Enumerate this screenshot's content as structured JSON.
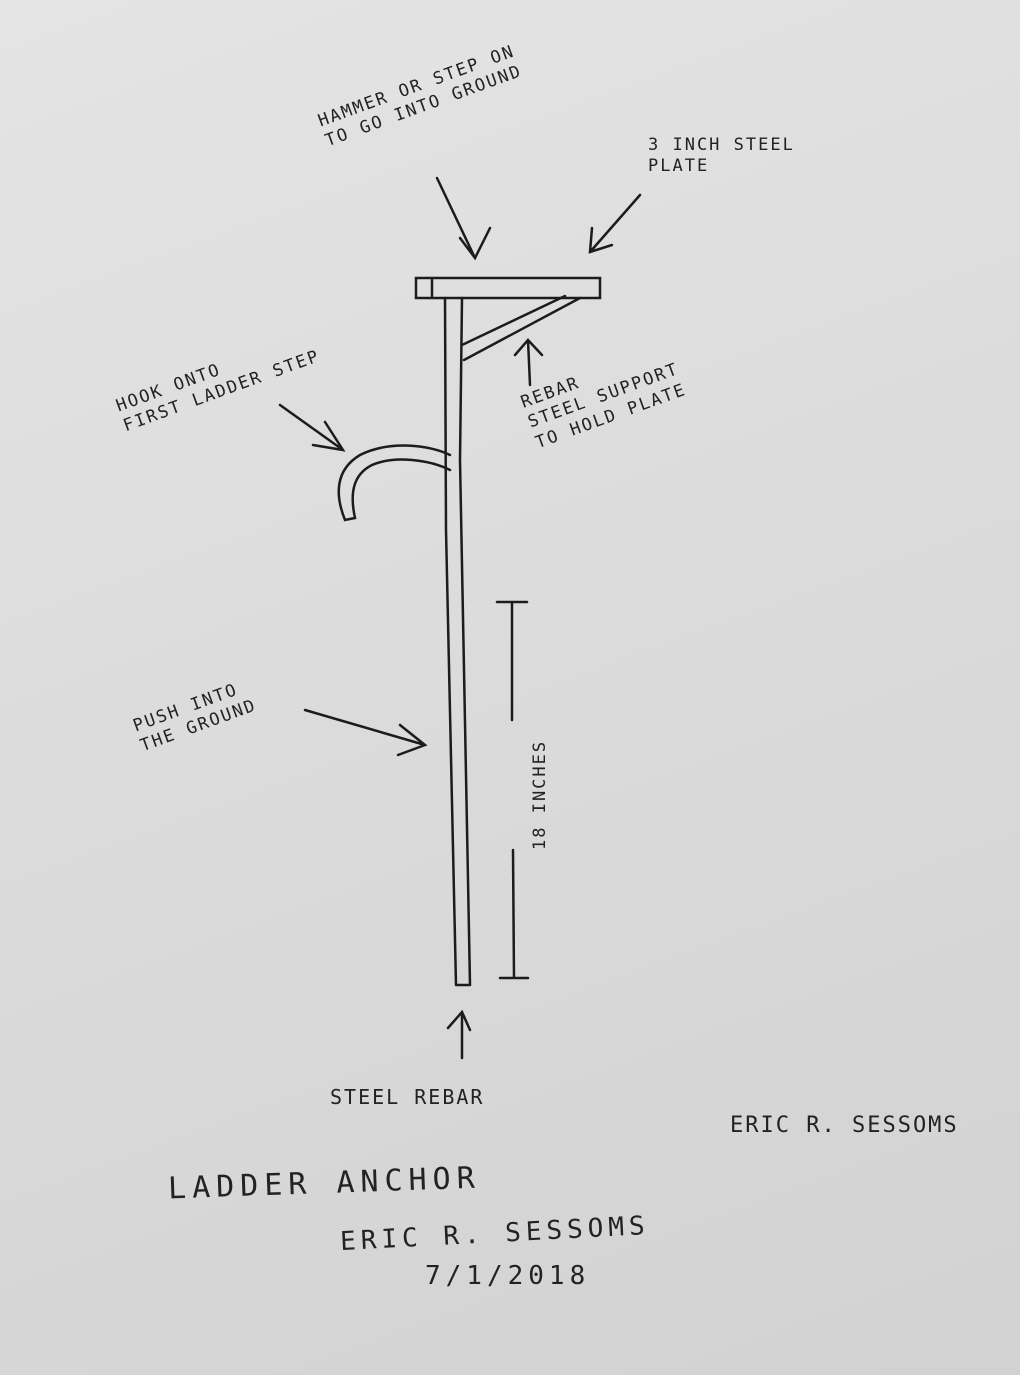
{
  "document": {
    "title": "LADDER ANCHOR",
    "author": "ERIC R. SESSOMS",
    "date": "7/1/2018",
    "signature": "ERIC R. SESSOMS"
  },
  "labels": {
    "hammer": "HAMMER OR STEP ON\nTO GO INTO GROUND",
    "plate": "3 INCH STEEL\nPLATE",
    "hook": "HOOK ONTO\nFIRST LADDER STEP",
    "support": "REBAR\nSTEEL SUPPORT\nTO HOLD PLATE",
    "push": "PUSH INTO\nTHE GROUND",
    "length": "18 INCHES",
    "rebar": "STEEL REBAR"
  }
}
